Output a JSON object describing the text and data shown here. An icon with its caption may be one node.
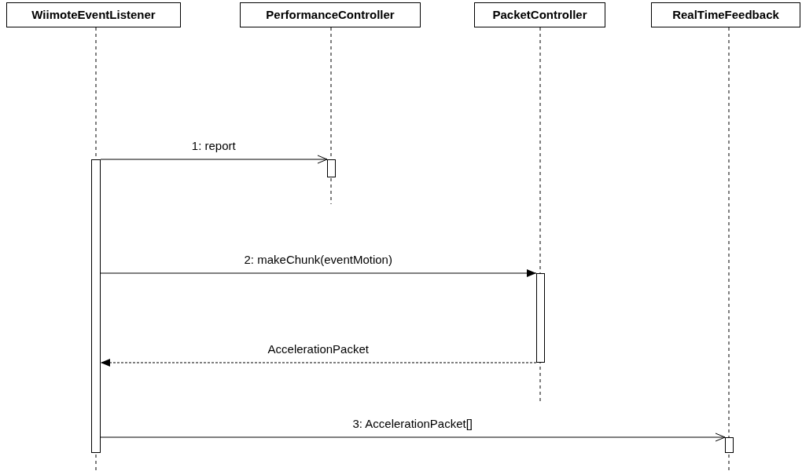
{
  "diagram": {
    "nodes": [
      {
        "text": [
          "WiimoteEventListener"
        ]
      },
      {
        "text": [
          "PerformanceController"
        ]
      },
      {
        "text": [
          "PacketController"
        ]
      },
      {
        "text": [
          "RealTimeFeedback"
        ]
      },
      {
        "text": [],
        "shape": "bar"
      },
      {
        "text": [],
        "shape": "bar"
      },
      {
        "text": [],
        "shape": "bar"
      },
      {
        "text": [],
        "shape": "bar"
      }
    ],
    "edges": [
      {
        "from": 4,
        "to": 5,
        "arrow": "to",
        "label": "1: report"
      },
      {
        "from": 4,
        "to": 6,
        "arrow": "to",
        "label": "2: makeChunk(eventMotion)"
      },
      {
        "from": 6,
        "to": 4,
        "arrow": "to",
        "label": "AccelerationPacket",
        "style": "dashed"
      },
      {
        "from": 4,
        "to": 7,
        "arrow": "to",
        "label": "3: AccelerationPacket[]"
      }
    ]
  }
}
